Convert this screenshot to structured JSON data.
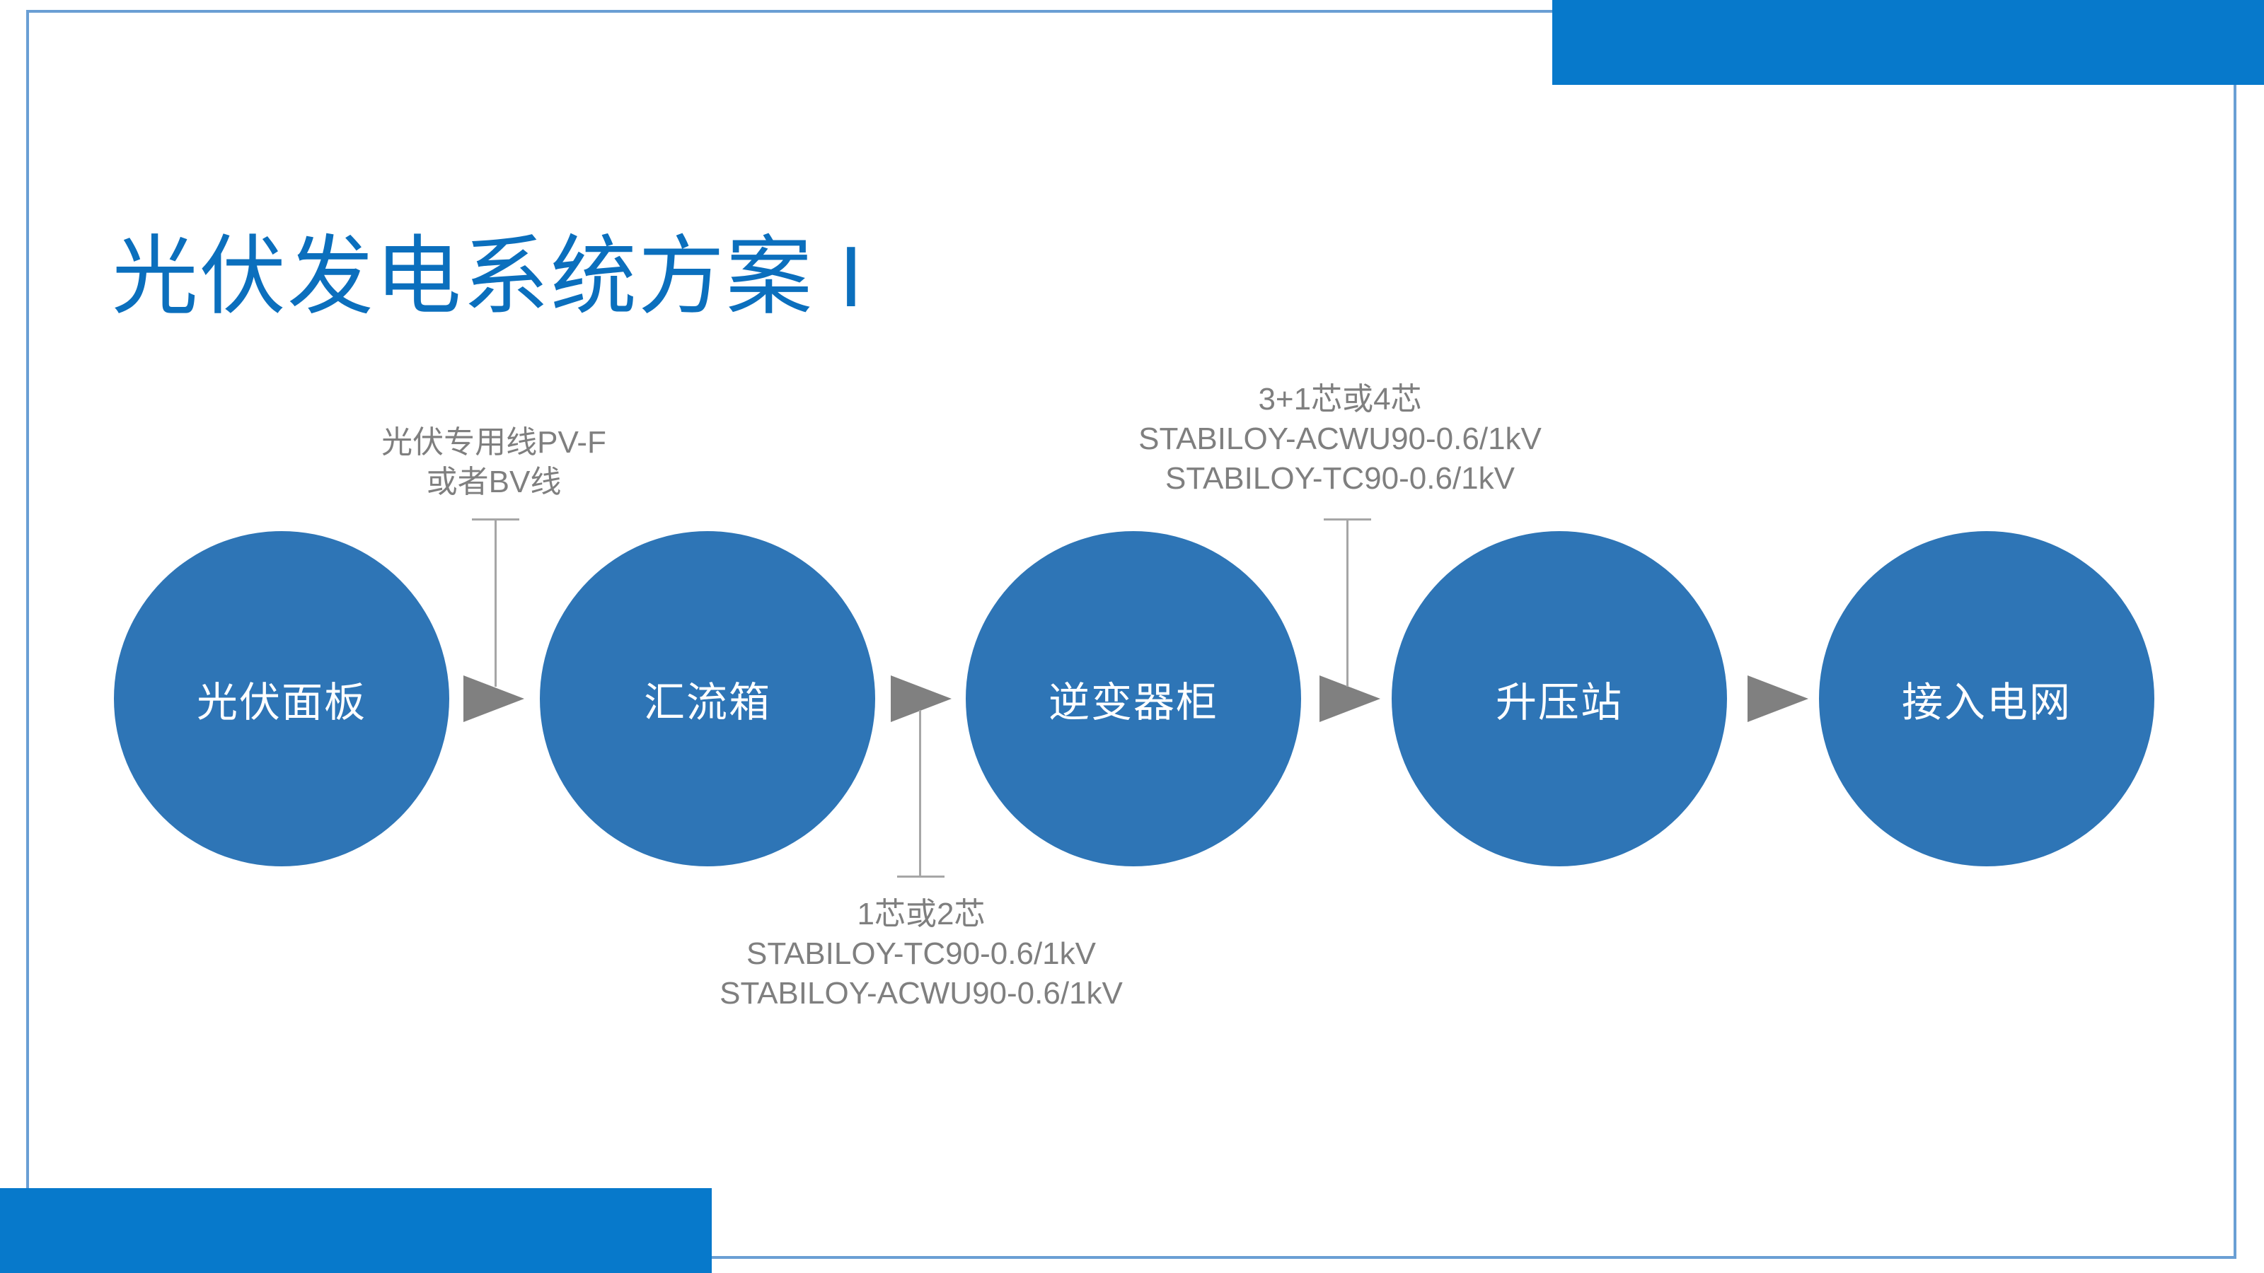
{
  "title": "光伏发电系统方案 I",
  "nodes": [
    {
      "label": "光伏面板"
    },
    {
      "label": "汇流箱"
    },
    {
      "label": "逆变器柜"
    },
    {
      "label": "升压站"
    },
    {
      "label": "接入电网"
    }
  ],
  "annotations": {
    "panel_to_combiner": [
      "光伏专用线PV-F",
      "或者BV线"
    ],
    "combiner_to_inverter": [
      "1芯或2芯",
      "STABILOY-TC90-0.6/1kV",
      "STABILOY-ACWU90-0.6/1kV"
    ],
    "inverter_to_substation": [
      "3+1芯或4芯",
      "STABILOY-ACWU90-0.6/1kV",
      "STABILOY-TC90-0.6/1kV"
    ]
  },
  "colors": {
    "accent": "#0779cb",
    "node": "#2e75b6",
    "arrow": "#808080",
    "label": "#7f7f7f"
  }
}
